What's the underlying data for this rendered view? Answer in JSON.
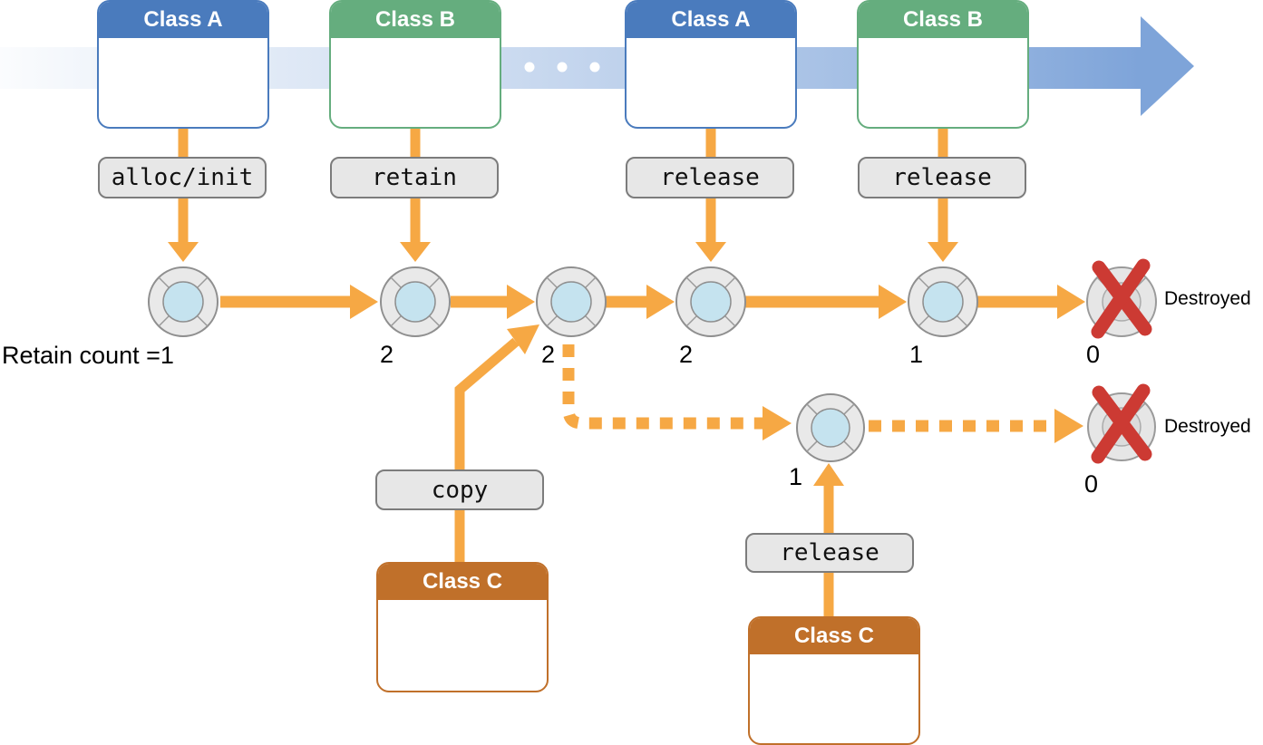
{
  "colors": {
    "class_a": "#4a7bbd",
    "class_b": "#65ad7e",
    "class_c": "#c0702a",
    "arrow": "#f6a844",
    "timeline": "#7ea4d9",
    "label_bg": "#e7e7e7",
    "label_border": "#7c7c7c",
    "object_outer": "#e9e9e9",
    "object_inner": "#c5e3ef",
    "object_stroke": "#8f8f8f",
    "destroyed_fill": "#e6e6e6",
    "destroyed_inner": "#dcdcdc",
    "x_red": "#cc3a33"
  },
  "timeline_boxes": [
    {
      "label": "Class A",
      "method": "alloc/init"
    },
    {
      "label": "Class B",
      "method": "retain"
    },
    {
      "label": "Class A",
      "method": "release"
    },
    {
      "label": "Class B",
      "method": "release"
    }
  ],
  "branch_boxes": {
    "copy": {
      "label": "Class C",
      "method": "copy"
    },
    "release": {
      "label": "Class C",
      "method": "release"
    }
  },
  "retain_counts": {
    "main_row": [
      "Retain count =1",
      "2",
      "2",
      "2",
      "1",
      "0"
    ],
    "copy_row": [
      "1",
      "0"
    ]
  },
  "destroyed_labels": [
    "Destroyed",
    "Destroyed"
  ]
}
